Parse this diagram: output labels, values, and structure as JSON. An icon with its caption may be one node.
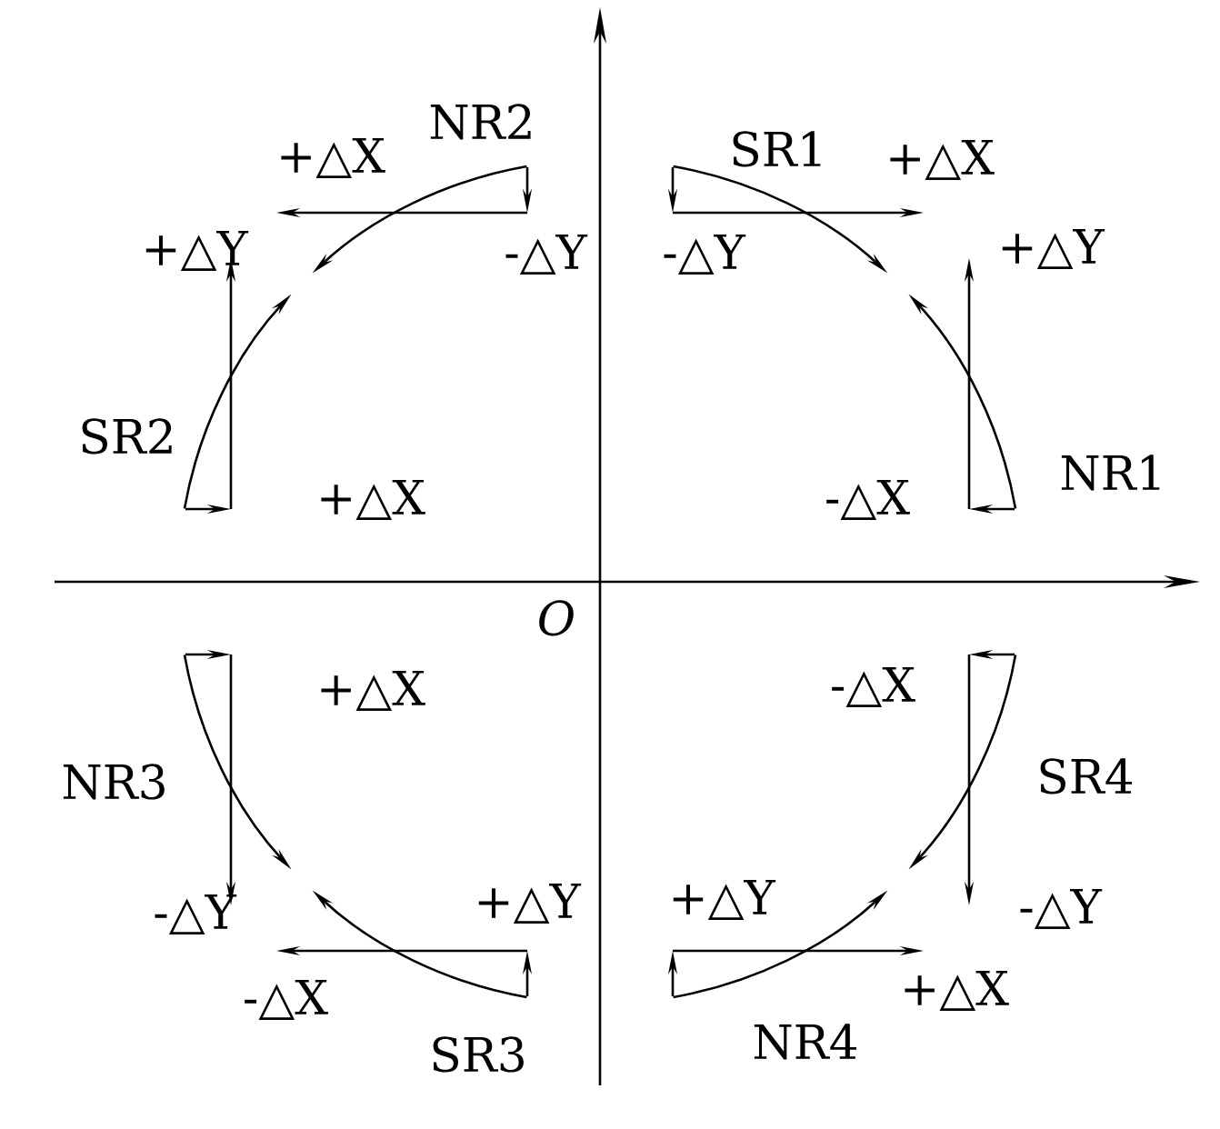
{
  "diagram": {
    "labels": [
      "NR2",
      "SR1",
      "+△X",
      "+△X",
      "+△Y",
      "-△Y",
      "-△Y",
      "+△Y",
      "SR2",
      "NR1",
      "+△X",
      "-△X",
      "O",
      "+△X",
      "-△X",
      "NR3",
      "SR4",
      "+△Y",
      "+△Y",
      "-△Y",
      "-△Y",
      "+△X",
      "-△X",
      "NR4",
      "SR3"
    ]
  }
}
